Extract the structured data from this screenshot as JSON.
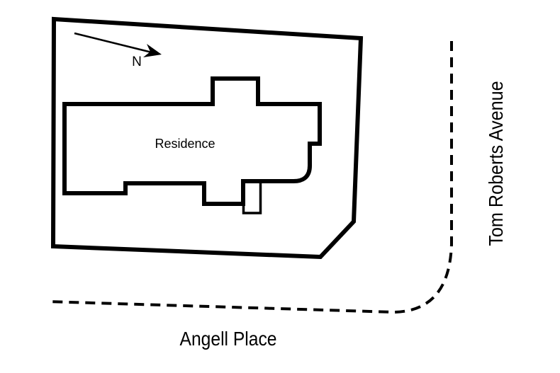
{
  "colors": {
    "background": "#ffffff",
    "line": "#000000",
    "text": "#000000"
  },
  "labels": {
    "residence": "Residence",
    "north": "N",
    "street_bottom": "Angell Place",
    "street_right": "Tom Roberts Avenue"
  }
}
